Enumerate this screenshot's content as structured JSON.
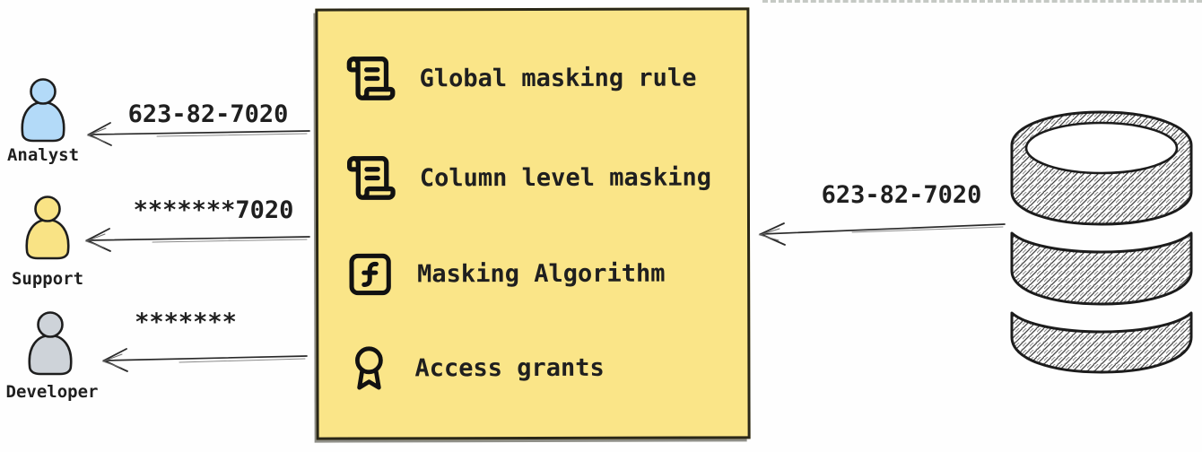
{
  "diagram_title": "data-masking-flow",
  "masking_box": {
    "fill_color": "#fae588",
    "border_color": "#2a2717",
    "items": [
      {
        "icon": "scroll-icon",
        "label": "Global masking rule"
      },
      {
        "icon": "scroll-icon",
        "label": "Column level masking"
      },
      {
        "icon": "function-square-icon",
        "label": "Masking Algorithm"
      },
      {
        "icon": "award-icon",
        "label": "Access grants"
      }
    ]
  },
  "source": {
    "name": "database",
    "value": "623-82-7020"
  },
  "recipients": [
    {
      "name": "Analyst",
      "masked_value": "623-82-7020",
      "color": "#b3daf8"
    },
    {
      "name": "Support",
      "masked_value": "*******7020",
      "color": "#f9e385"
    },
    {
      "name": "Developer",
      "masked_value": "*******",
      "color": "#ced3d9"
    }
  ]
}
